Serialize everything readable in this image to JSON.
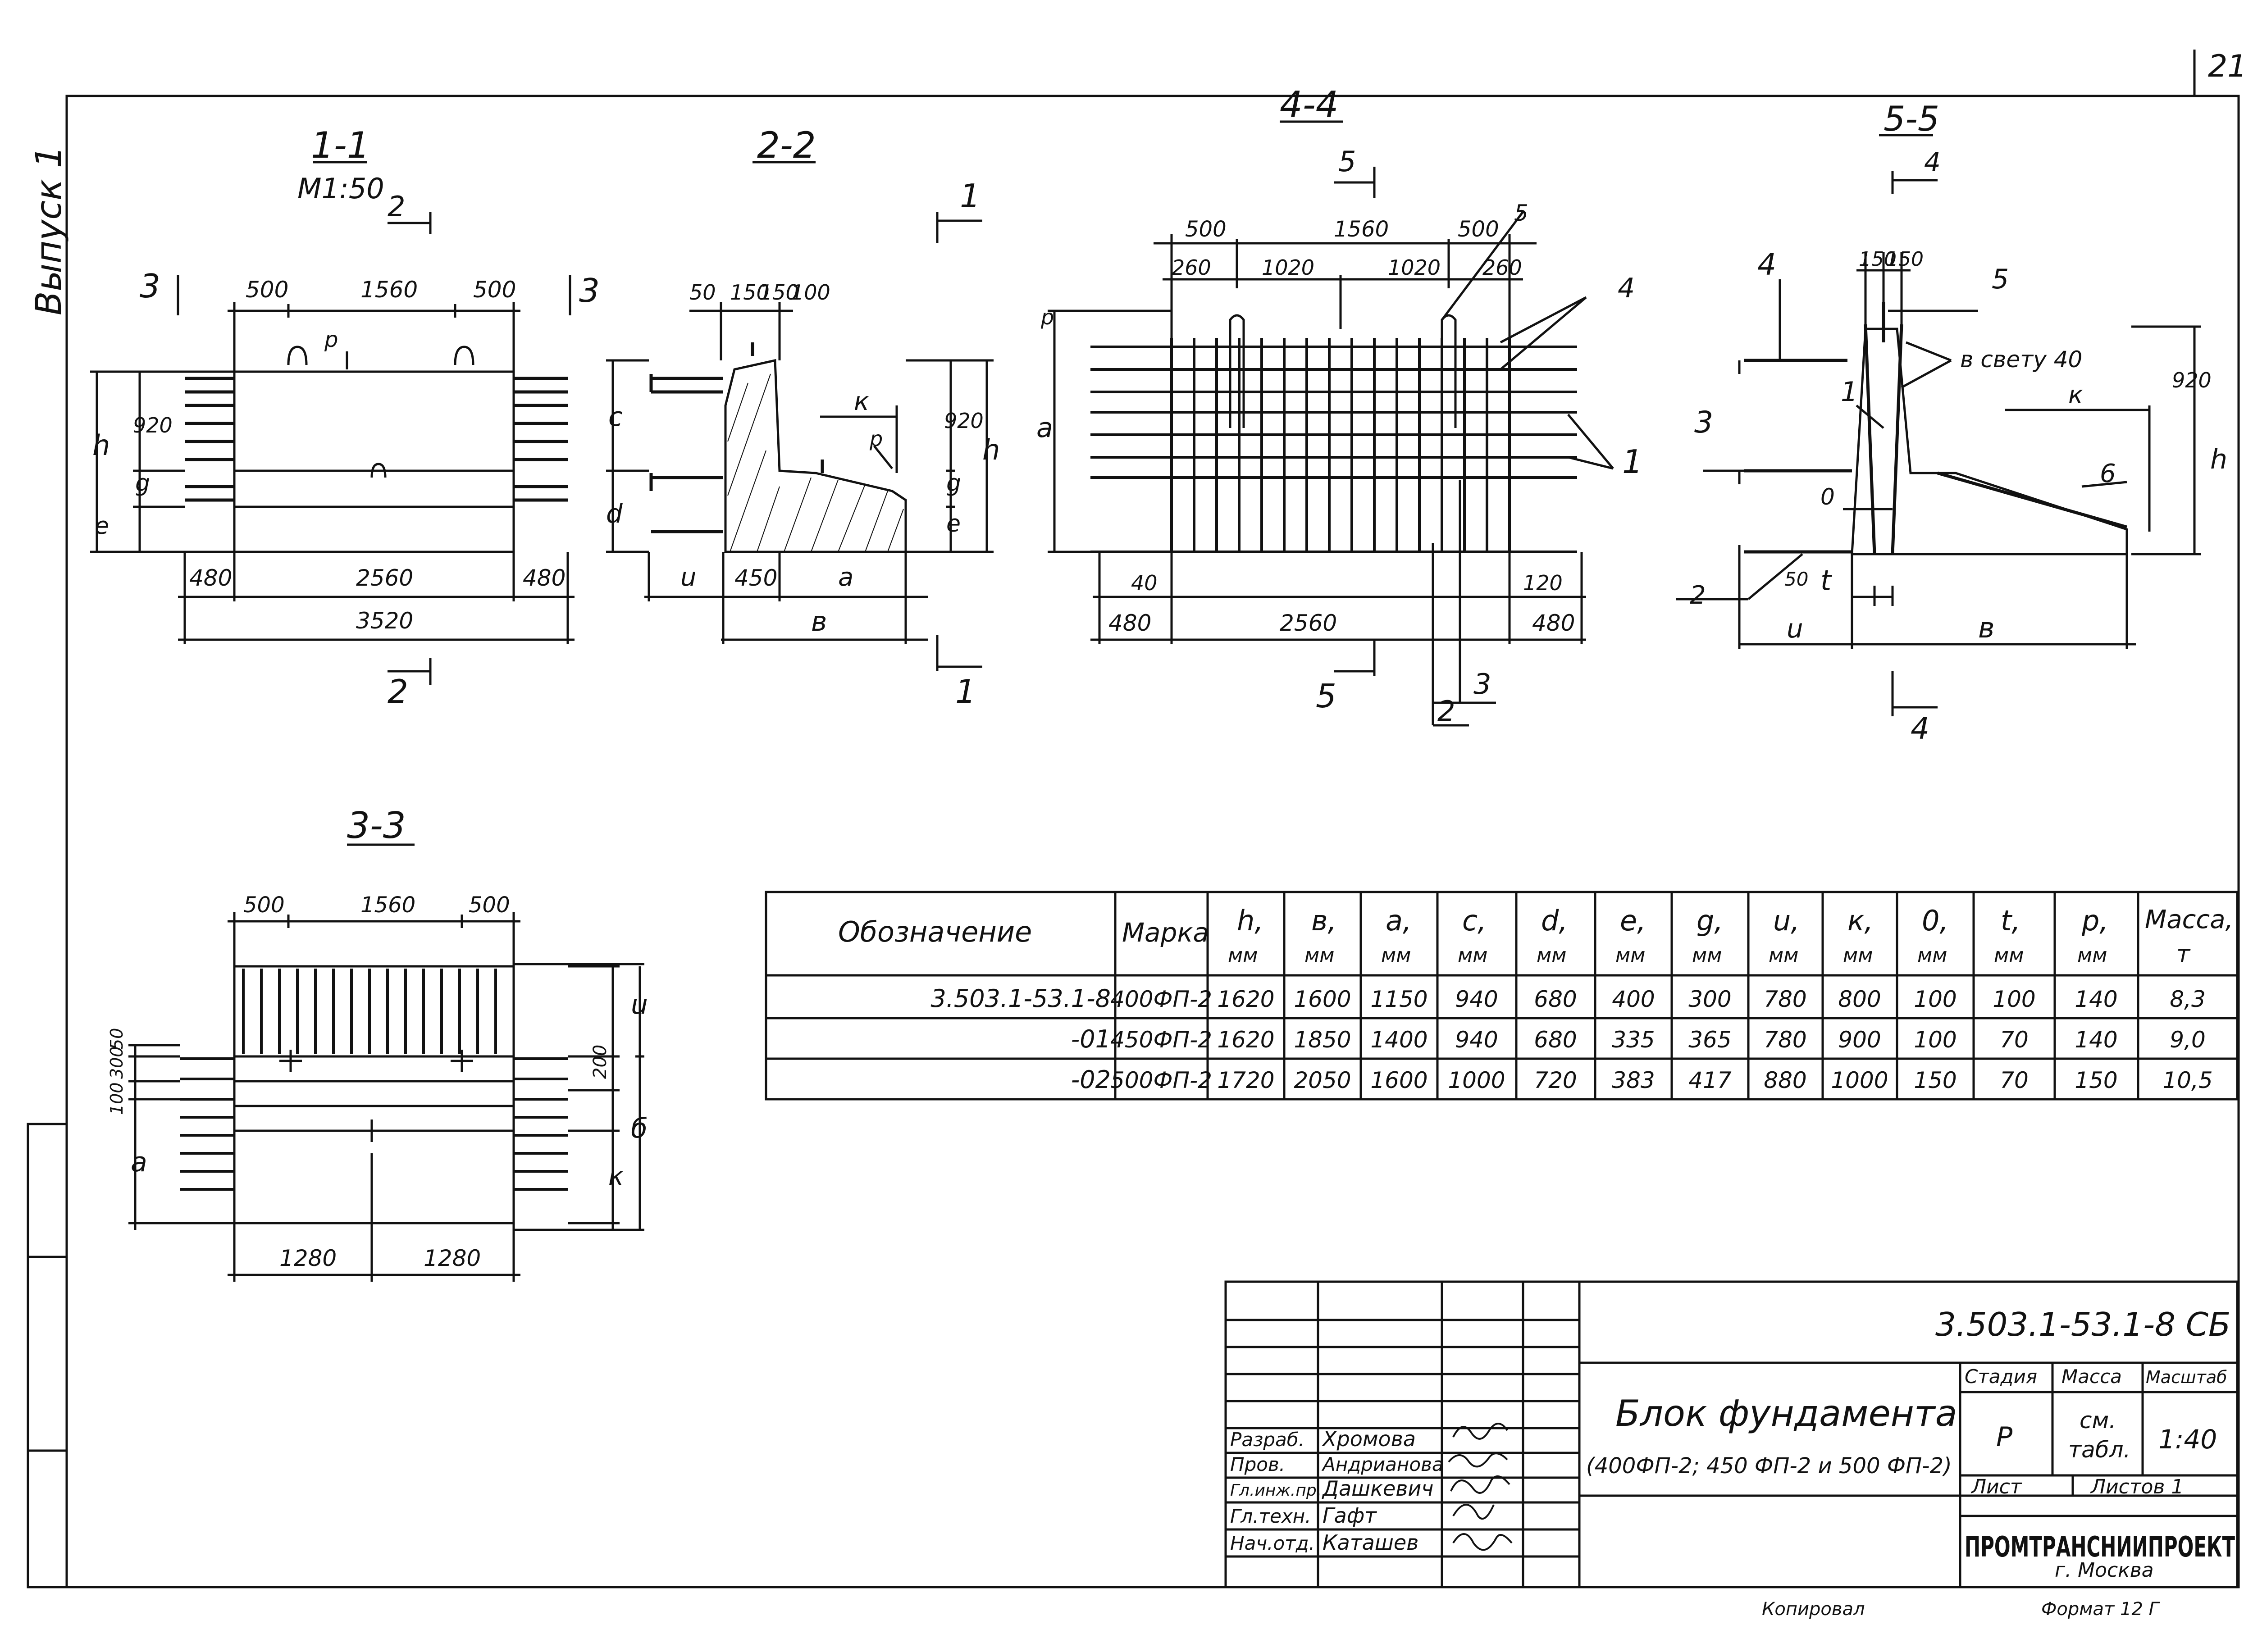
{
  "page_number": "21",
  "issue": "Выпуск 1",
  "sections": {
    "s11": {
      "title": "1-1",
      "scale": "М1:50",
      "dims_top": [
        "500",
        "1560",
        "500"
      ],
      "dims_bottom": [
        "480",
        "2560",
        "480"
      ],
      "total": "3520",
      "left_labels": [
        "h",
        "920",
        "g",
        "e"
      ],
      "p": "p",
      "cut2": "2",
      "cut3": "3"
    },
    "s22": {
      "title": "2-2",
      "dims_top": [
        "50",
        "150",
        "150",
        "100"
      ],
      "dims_bottom": [
        "u",
        "450",
        "a"
      ],
      "total": "в",
      "right_labels": [
        "920",
        "h",
        "g",
        "e"
      ],
      "left_labels": [
        "c",
        "d"
      ],
      "k": "к",
      "p": "p",
      "cut1": "1"
    },
    "s44": {
      "title": "4-4",
      "dims_top1": [
        "500",
        "1560",
        "500"
      ],
      "dims_top2": [
        "260",
        "1020",
        "1020",
        "260"
      ],
      "dims_bottom": [
        "480",
        "2560",
        "480"
      ],
      "small": [
        "40",
        "120"
      ],
      "left_label": "a",
      "p": "p",
      "callouts": [
        "5",
        "4",
        "1",
        "3",
        "2"
      ],
      "cut5": "5"
    },
    "s55": {
      "title": "5-5",
      "dims_top": [
        "150",
        "150"
      ],
      "callouts": [
        "4",
        "5",
        "3",
        "1",
        "6",
        "2"
      ],
      "note": "в свету 40",
      "labels": [
        "к",
        "920",
        "h",
        "0",
        "50",
        "t",
        "u",
        "в"
      ],
      "cut4": "4"
    },
    "s33": {
      "title": "3-3",
      "dims_top": [
        "500",
        "1560",
        "500"
      ],
      "dims_bottom": [
        "1280",
        "1280"
      ],
      "left_labels": [
        "a",
        "100",
        "300",
        "50"
      ],
      "right_labels": [
        "u",
        "200",
        "б",
        "к"
      ]
    }
  },
  "table": {
    "headers": [
      "Обозначение",
      "Марка",
      "h,",
      "в,",
      "a,",
      "c,",
      "d,",
      "e,",
      "g,",
      "u,",
      "к,",
      "0,",
      "t,",
      "p,",
      "Масса,"
    ],
    "units": [
      "",
      "",
      "мм",
      "мм",
      "мм",
      "мм",
      "мм",
      "мм",
      "мм",
      "мм",
      "мм",
      "мм",
      "мм",
      "мм",
      "т"
    ],
    "rows": [
      [
        "3.503.1-53.1-8",
        "400ФП-2",
        "1620",
        "1600",
        "1150",
        "940",
        "680",
        "400",
        "300",
        "780",
        "800",
        "100",
        "100",
        "140",
        "8,3"
      ],
      [
        "-01",
        "450ФП-2",
        "1620",
        "1850",
        "1400",
        "940",
        "680",
        "335",
        "365",
        "780",
        "900",
        "100",
        "70",
        "140",
        "9,0"
      ],
      [
        "-02",
        "500ФП-2",
        "1720",
        "2050",
        "1600",
        "1000",
        "720",
        "383",
        "417",
        "880",
        "1000",
        "150",
        "70",
        "150",
        "10,5"
      ]
    ]
  },
  "stamp": {
    "code": "3.503.1-53.1-8 СБ",
    "title": "Блок фундамента",
    "subtitle": "(400ФП-2; 450 ФП-2 и 500 ФП-2)",
    "stage_h": "Стадия",
    "mass_h": "Масса",
    "scale_h": "Масштаб",
    "stage": "Р",
    "mass_1": "см.",
    "mass_2": "табл.",
    "scale": "1:40",
    "sheet": "Лист",
    "sheets": "Листов 1",
    "org": "ПРОМТРАНСНИИПРОЕКТ",
    "city": "г. Москва",
    "roles": [
      "Разраб.",
      "Пров.",
      "Гл.инж.пр.",
      "Гл.техн.",
      "Нач.отд."
    ],
    "names": [
      "Хромова",
      "Андрианова",
      "Дашкевич",
      "Гафт",
      "Каташев"
    ]
  },
  "footer": {
    "copied": "Копировал",
    "format": "Формат 12 Г"
  }
}
